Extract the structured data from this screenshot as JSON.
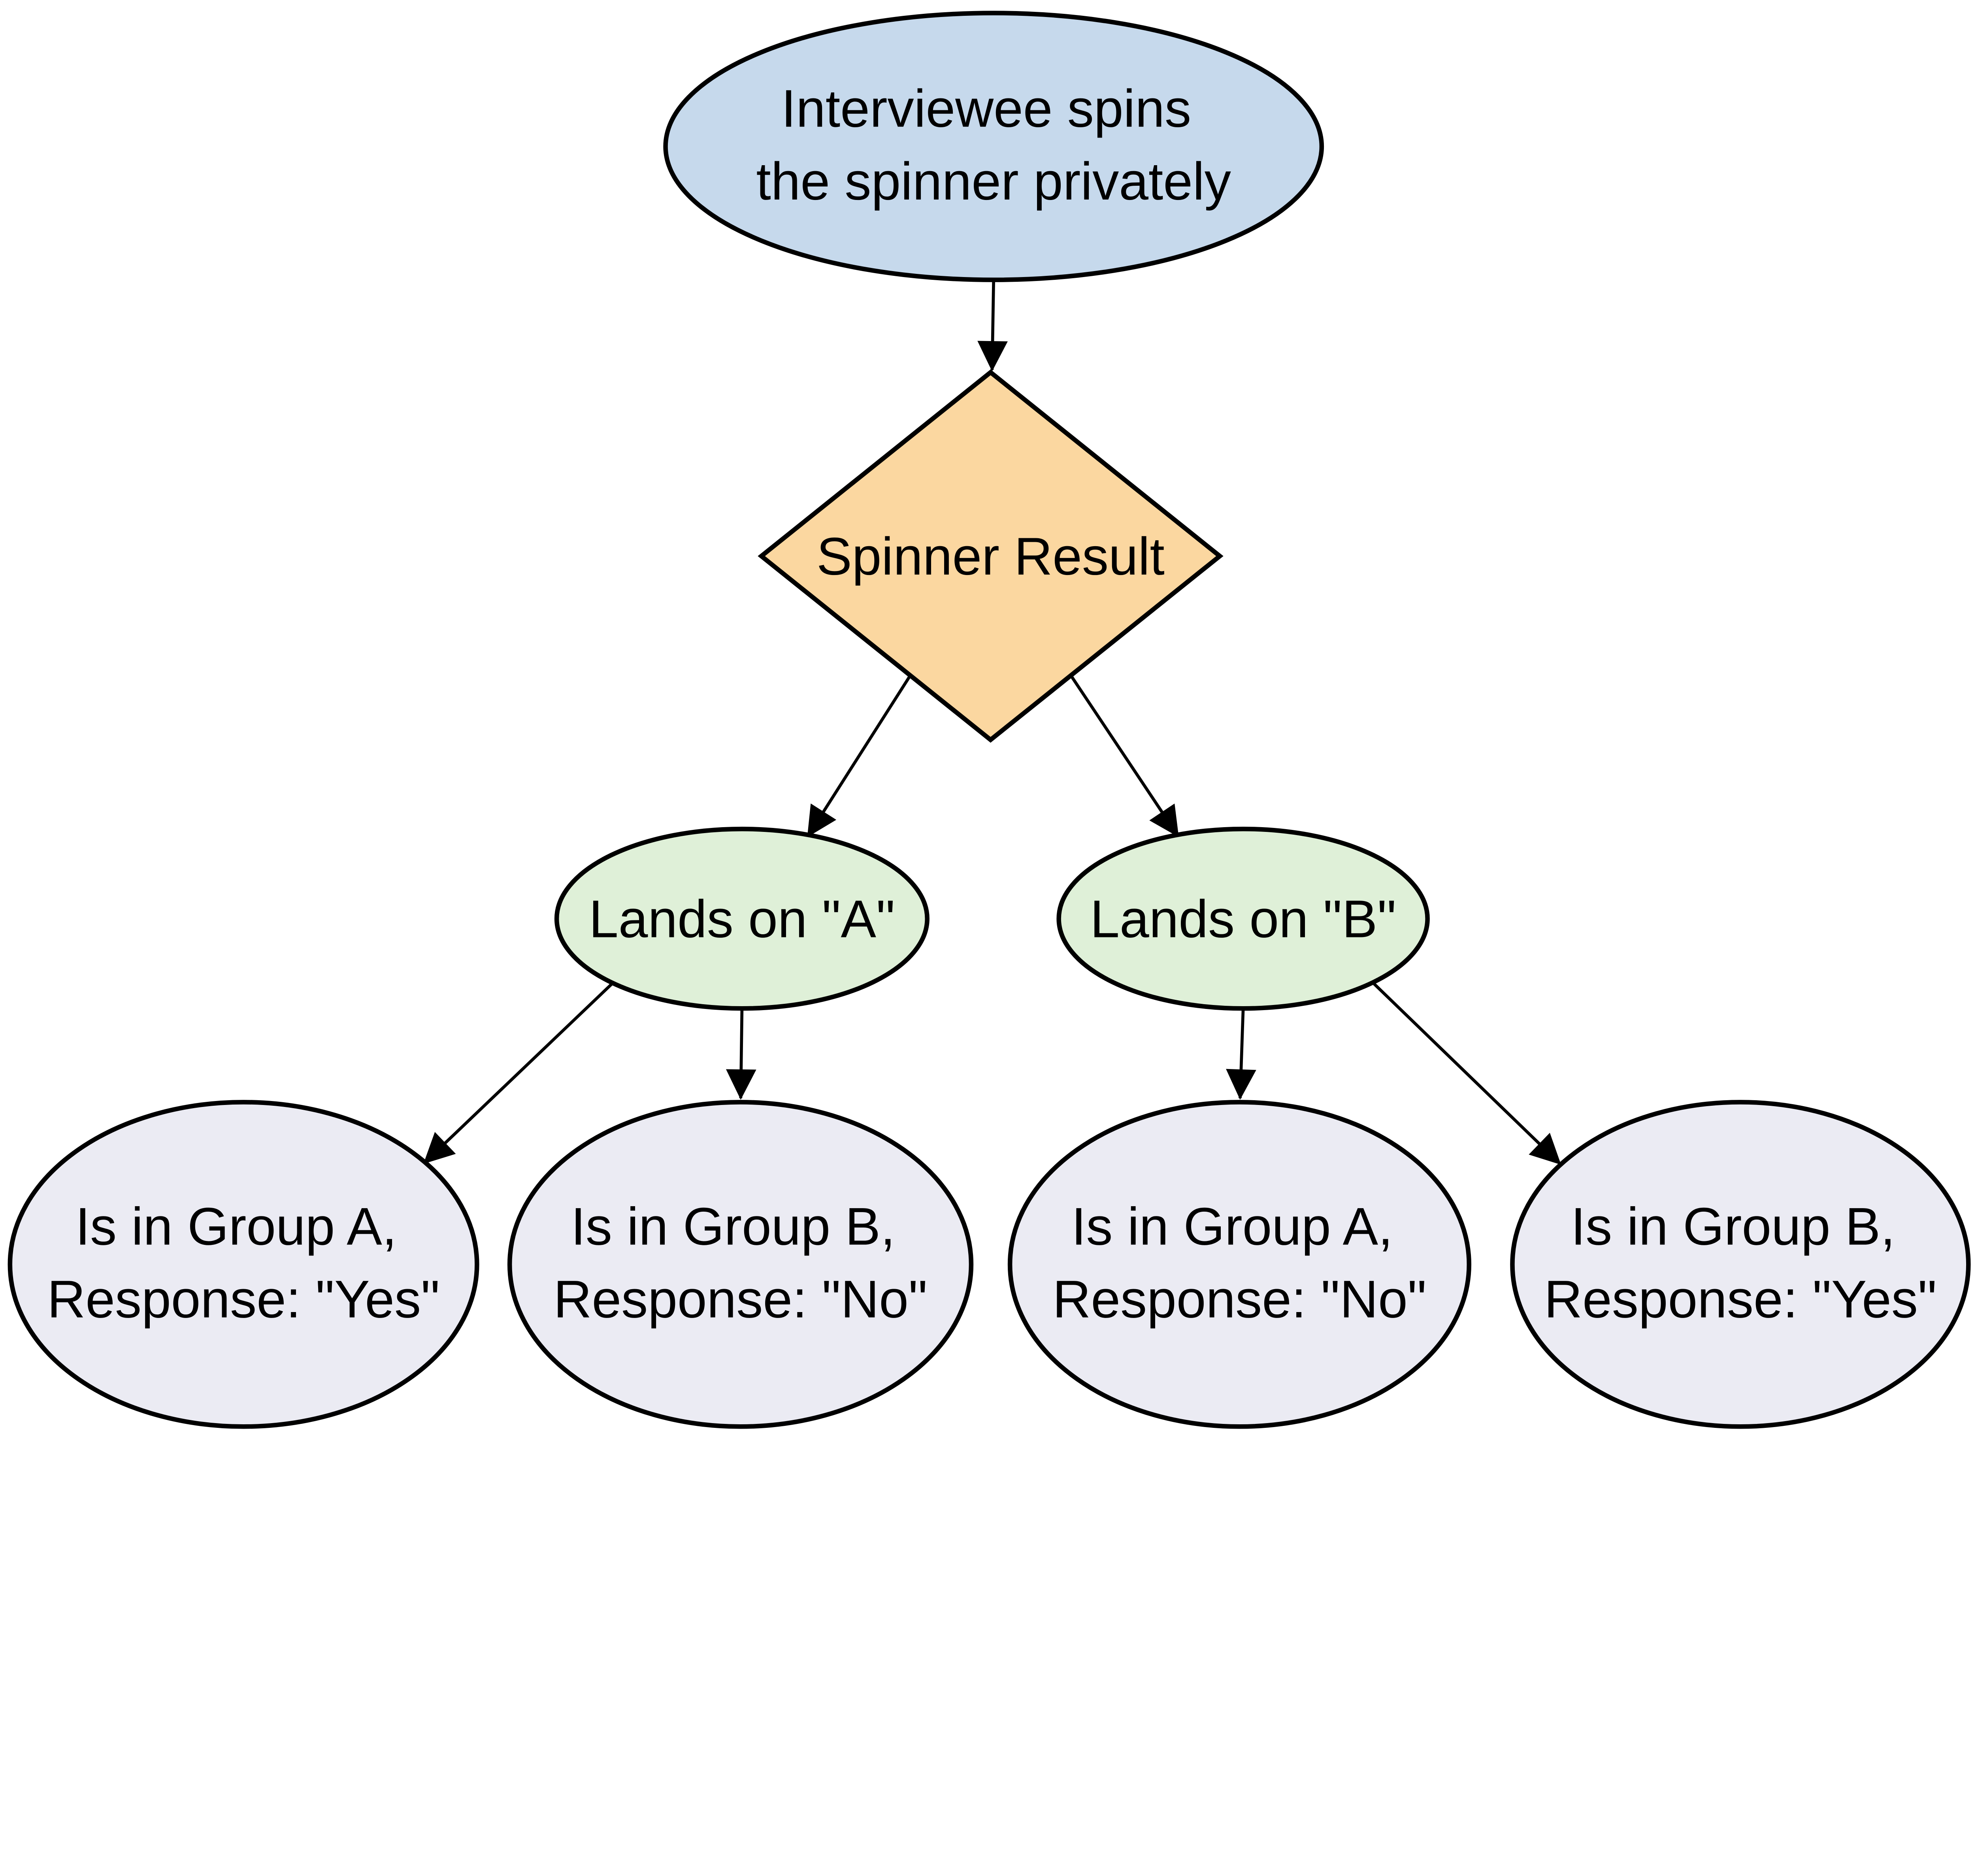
{
  "diagram": {
    "background": "#ffffff",
    "node_border": "#000000",
    "edge_color": "#000000",
    "text_color": "#000000",
    "nodes": {
      "start": {
        "shape": "ellipse",
        "fill": "#c6d9ec",
        "lines": [
          "Interviewee spins",
          "the spinner privately"
        ]
      },
      "decision": {
        "shape": "diamond",
        "fill": "#fbd7a0",
        "lines": [
          "Spinner Result"
        ]
      },
      "lands_a": {
        "shape": "ellipse",
        "fill": "#dff0d8",
        "lines": [
          "Lands on \"A\""
        ]
      },
      "lands_b": {
        "shape": "ellipse",
        "fill": "#dff0d8",
        "lines": [
          "Lands on \"B\""
        ]
      },
      "outcome_a_yes": {
        "shape": "ellipse",
        "fill": "#ebebf3",
        "lines": [
          "Is in Group A,",
          "Response: \"Yes\""
        ]
      },
      "outcome_b_no": {
        "shape": "ellipse",
        "fill": "#ebebf3",
        "lines": [
          "Is in Group B,",
          "Response: \"No\""
        ]
      },
      "outcome_a_no": {
        "shape": "ellipse",
        "fill": "#ebebf3",
        "lines": [
          "Is in Group A,",
          "Response: \"No\""
        ]
      },
      "outcome_b_yes": {
        "shape": "ellipse",
        "fill": "#ebebf3",
        "lines": [
          "Is in Group B,",
          "Response: \"Yes\""
        ]
      }
    },
    "edges": [
      {
        "from": "start",
        "to": "decision"
      },
      {
        "from": "decision",
        "to": "lands_a"
      },
      {
        "from": "decision",
        "to": "lands_b"
      },
      {
        "from": "lands_a",
        "to": "outcome_a_yes"
      },
      {
        "from": "lands_a",
        "to": "outcome_b_no"
      },
      {
        "from": "lands_b",
        "to": "outcome_a_no"
      },
      {
        "from": "lands_b",
        "to": "outcome_b_yes"
      }
    ]
  }
}
